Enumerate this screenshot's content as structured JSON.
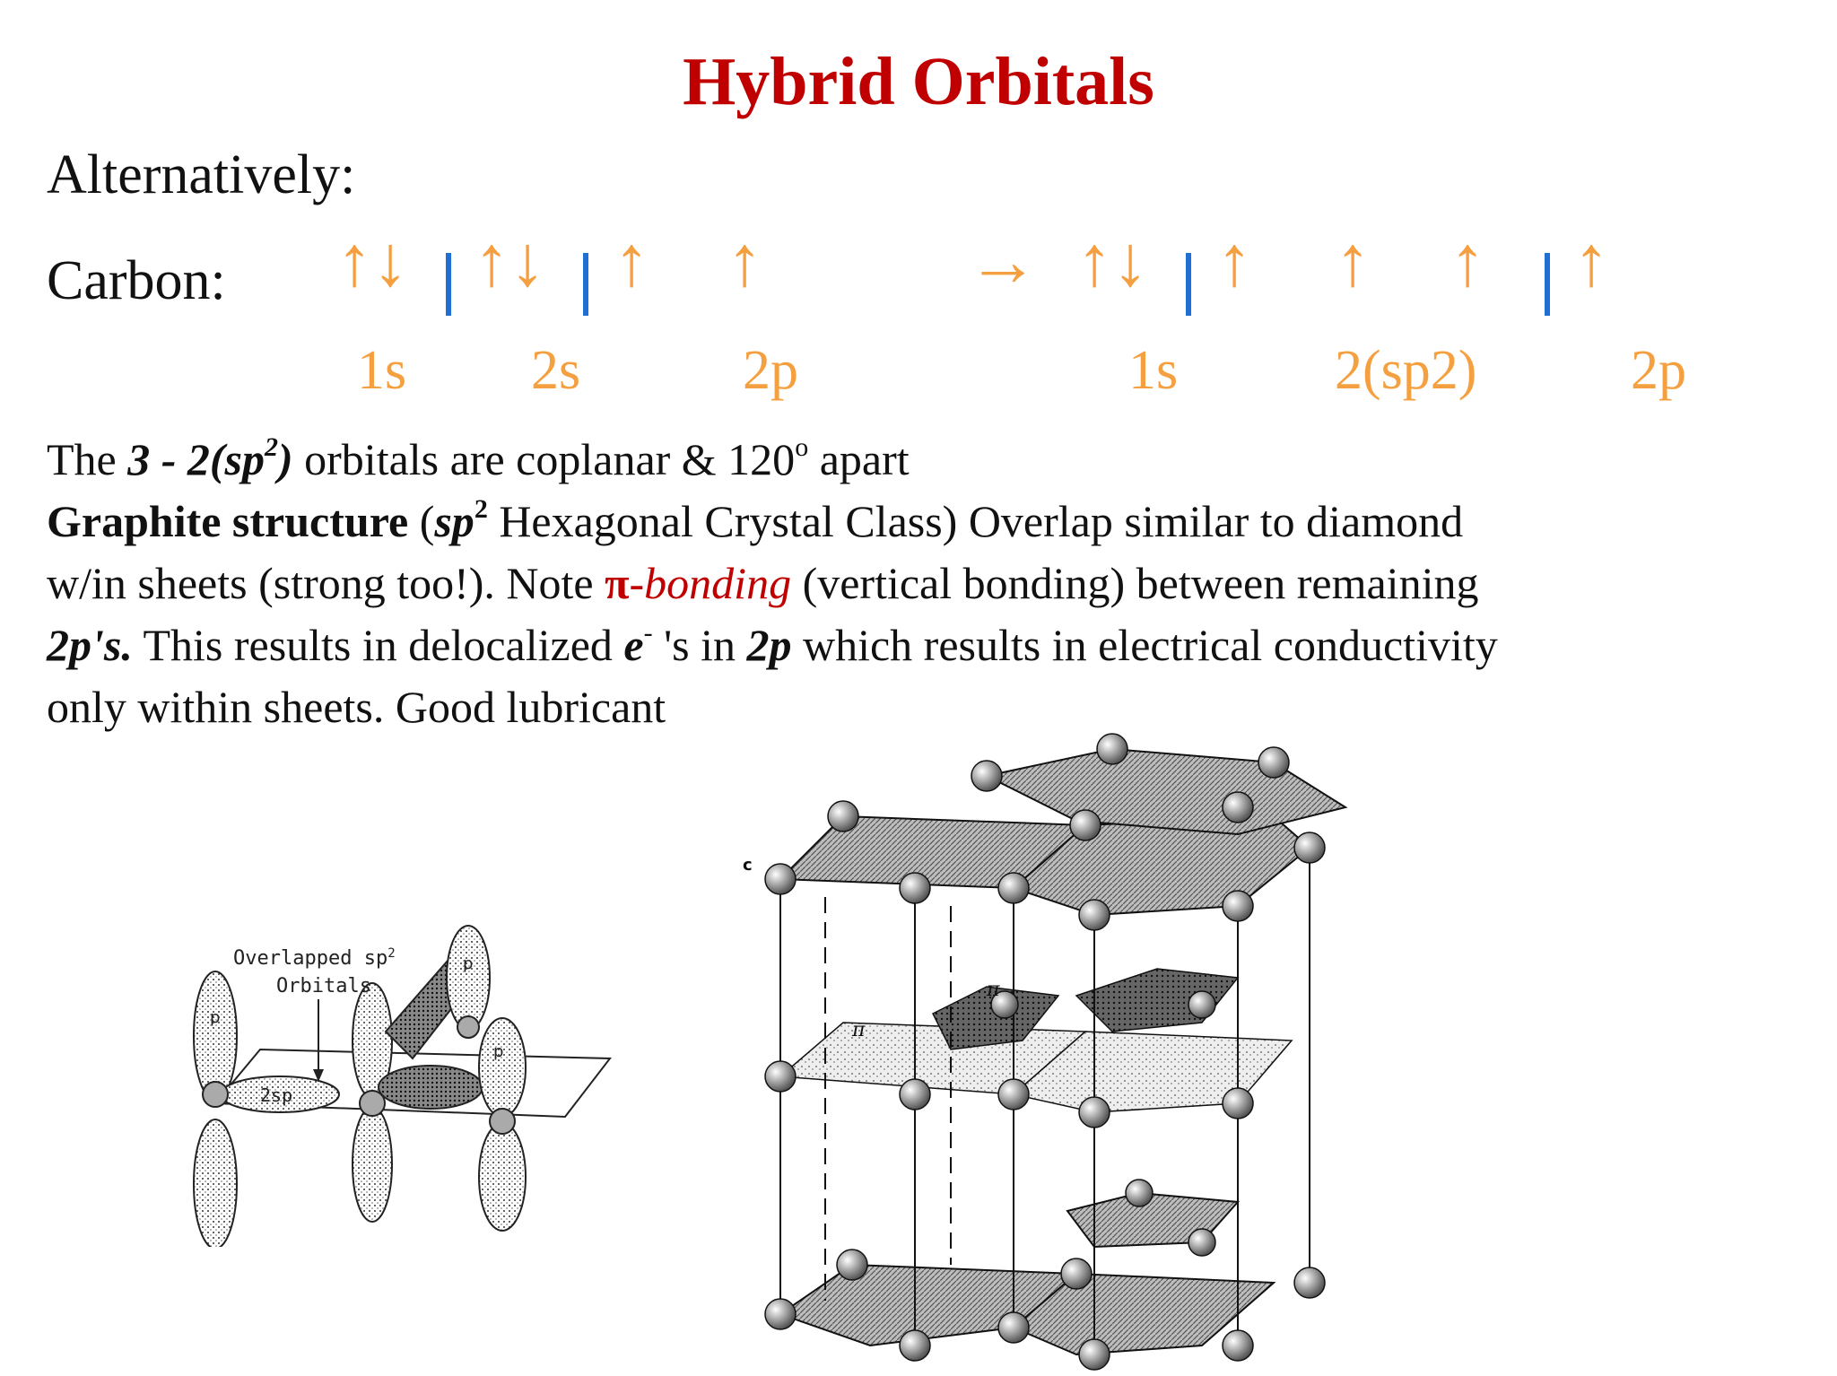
{
  "title": "Hybrid Orbitals",
  "intro": "Alternatively:",
  "config": {
    "label": "Carbon:",
    "paired": "↑↓",
    "single": "↑",
    "transform": "→",
    "labels": {
      "s1_before": "1s",
      "s2_before": "2s",
      "p_before": "2p",
      "s1_after": "1s",
      "sp2_after": "2(sp2)",
      "p_after": "2p"
    }
  },
  "colors": {
    "title": "#c00000",
    "arrows": "#f5a040",
    "dividers": "#1f6fd6",
    "pi_text": "#c00000"
  },
  "paragraph": {
    "l1_a": "The ",
    "l1_b": "3 - 2(sp",
    "l1_sup": "2",
    "l1_c": ")",
    "l1_d": " orbitals are coplanar & 120",
    "l1_deg": "o",
    "l1_e": " apart",
    "l2_a": "Graphite structure",
    "l2_b": " (",
    "l2_c": "sp",
    "l2_sup": "2",
    "l2_d": " Hexagonal Crystal Class) Overlap similar to diamond",
    "l3_a": "w/in sheets (strong too!). Note ",
    "l3_pi": "π",
    "l3_bond": "-bonding",
    "l3_b": " (vertical bonding) between remaining",
    "l4_a": "2p's.",
    "l4_b": " This results in delocalized ",
    "l4_e": "e",
    "l4_sup": "-",
    "l4_c": " 's in ",
    "l4_d": "2p",
    "l4_f": " which results in electrical conductivity",
    "l5": "only within sheets. Good lubricant"
  },
  "figure_left": {
    "caption_line1": "Overlapped sp",
    "caption_sup": "2",
    "caption_line2": "Orbitals",
    "lobe_label": "2sp",
    "p_label": "p"
  },
  "figure_right": {
    "axis_label": "c",
    "pi_label": "π"
  }
}
